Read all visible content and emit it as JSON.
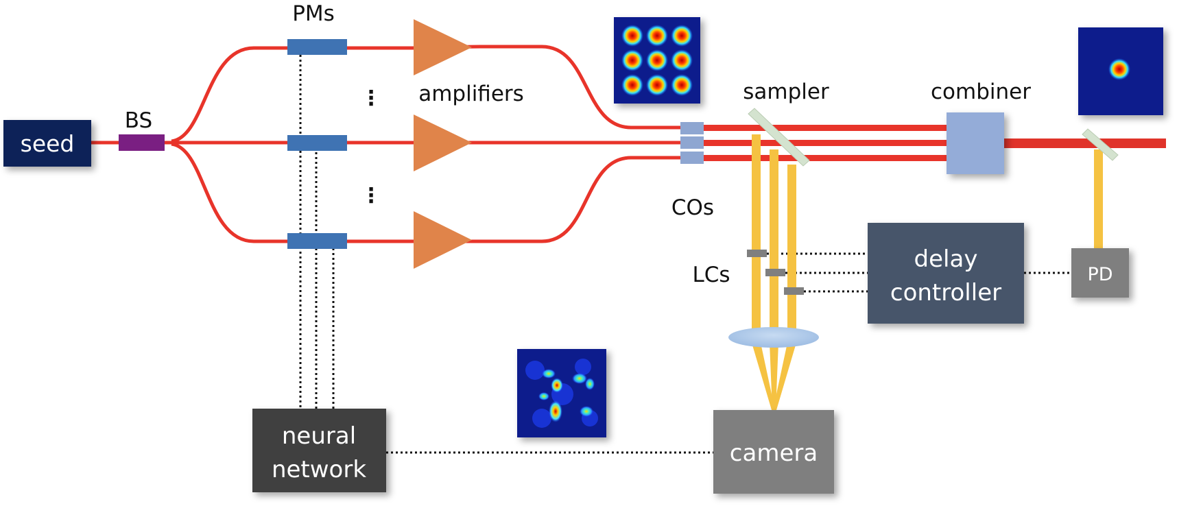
{
  "components": {
    "seed": "seed",
    "bs": "BS",
    "pms": "PMs",
    "amplifiers": "amplifiers",
    "cos": "COs",
    "sampler": "sampler",
    "combiner": "combiner",
    "lcs": "LCs",
    "delay_controller_line1": "delay",
    "delay_controller_line2": "controller",
    "pd": "PD",
    "neural_network_line1": "neural",
    "neural_network_line2": "network",
    "camera": "camera",
    "ellipsis": "⋮"
  },
  "colors": {
    "fiber": "#e8342a",
    "sampled_beam": "#f5c242",
    "seed_box": "#0d2459",
    "bs": "#7a1f82",
    "pm": "#3f73b3",
    "amplifier": "#e0844a",
    "collimator": "#8ea6d1",
    "combiner": "#94acd8",
    "sampler": "#d4e3cf",
    "lc": "#7f7f7f",
    "lens": "#a7c3e5",
    "delay_controller": "#46556b",
    "pd": "#7f7f7f",
    "neural_network": "#3f3f3f",
    "camera": "#7f7f7f",
    "beam_pattern_bg": "#0a1a8c"
  }
}
